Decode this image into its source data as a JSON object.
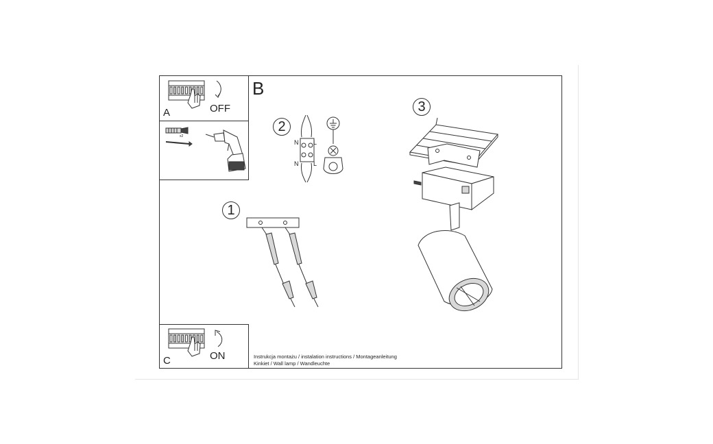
{
  "labels": {
    "panel_a": "A",
    "panel_b": "B",
    "panel_c": "C",
    "off": "OFF",
    "on": "ON",
    "times_two": "x2",
    "step_1": "1",
    "step_2": "2",
    "step_3": "3",
    "wire_n_top": "N",
    "wire_l_top": "L",
    "wire_n_bottom": "N",
    "wire_l_bottom": "L"
  },
  "caption": {
    "line1": "Instrukcja montażu / instalation instructions / Montageanleitung",
    "line2": "Kinkiet / Wall lamp / Wandleuchte"
  }
}
